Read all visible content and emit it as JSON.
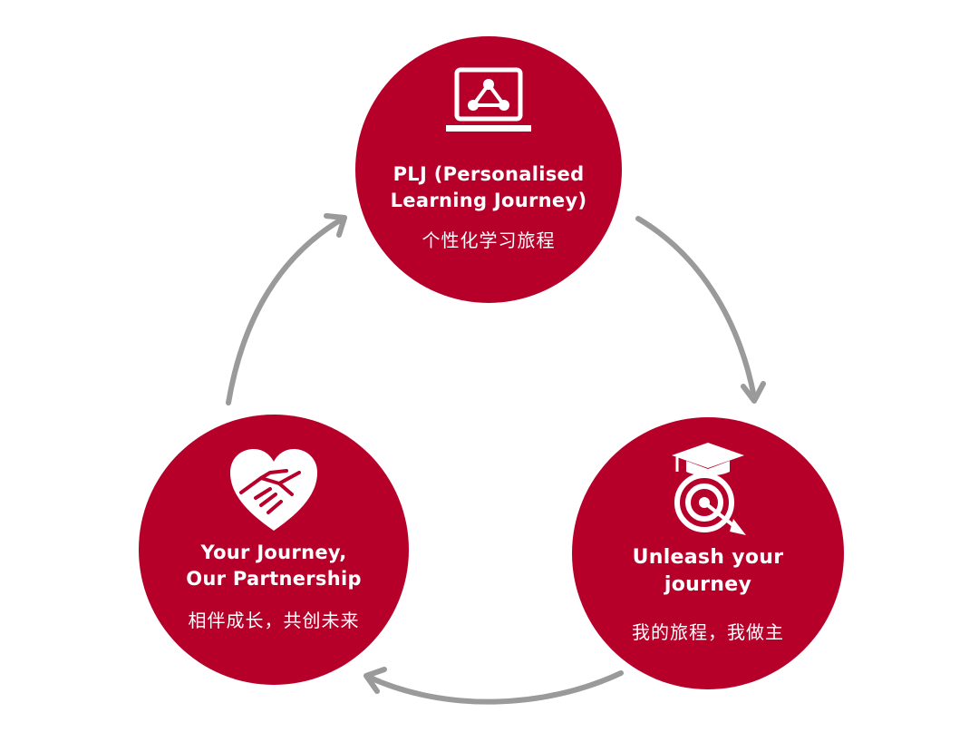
{
  "colors": {
    "circle_fill": "#B6002A",
    "arrow": "#9A9A9A",
    "text": "#FFFFFF"
  },
  "nodes": [
    {
      "id": "plj",
      "icon": "laptop-network-icon",
      "title_line1": "PLJ (Personalised",
      "title_line2": "Learning Journey)",
      "subtitle": "个性化学习旅程"
    },
    {
      "id": "unleash",
      "icon": "graduation-target-icon",
      "title_line1": "Unleash your",
      "title_line2": "journey",
      "subtitle": "我的旅程，我做主"
    },
    {
      "id": "partnership",
      "icon": "heart-handshake-icon",
      "title_line1": "Your Journey,",
      "title_line2": "Our Partnership",
      "subtitle": "相伴成长，共创未来"
    }
  ],
  "cycle": [
    "plj",
    "unleash",
    "partnership",
    "plj"
  ]
}
